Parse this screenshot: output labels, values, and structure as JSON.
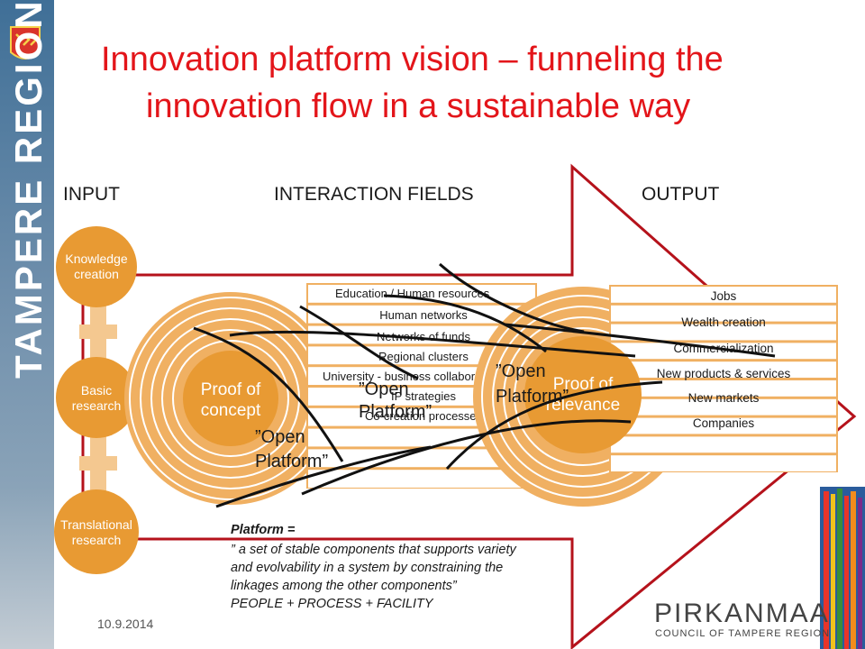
{
  "slide": {
    "title_line1": "Innovation platform vision – funneling the",
    "title_line2": "innovation flow in a sustainable way",
    "date": "10.9.2014"
  },
  "sidebar": {
    "brand_text": "TAMPERE REGION",
    "logo_icon": "coat-of-arms-icon"
  },
  "headers": {
    "input": "INPUT",
    "interaction": "INTERACTION FIELDS",
    "output": "OUTPUT"
  },
  "input_circles": {
    "knowledge": [
      "Knowledge",
      "creation"
    ],
    "basic": [
      "Basic",
      "research"
    ],
    "translational": [
      "Translational",
      "research"
    ]
  },
  "proof_concept": [
    "Proof of",
    "concept"
  ],
  "proof_relevance": [
    "Proof of",
    "relevance"
  ],
  "interaction_fields": [
    "Education / Human resources",
    "Human networks",
    "Networks of funds",
    "Regional clusters",
    "University - business collaboration",
    "IP strategies",
    "Co-creation processes"
  ],
  "output_fields": [
    "Jobs",
    "Wealth creation",
    "Commercialization",
    "New products  & services",
    "New markets",
    "Companies"
  ],
  "open_platform_labels": {
    "a": [
      "”Open",
      "Platform”"
    ],
    "b": [
      "”Open",
      "Platform”"
    ],
    "c": [
      "”Open",
      "Platform”"
    ]
  },
  "definition": {
    "title": "Platform =",
    "lines": [
      "” a set of stable components that  supports variety",
      "and evolvability in a system by constraining the",
      "linkages among the other components”",
      "PEOPLE + PROCESS + FACILITY"
    ]
  },
  "footer_logo": {
    "main": "PIRKANMAA",
    "sub": "COUNCIL OF TAMPERE REGION"
  },
  "colors": {
    "title_red": "#e3151a",
    "arrow_red": "#b5121b",
    "orange": "#e89a33",
    "light_orange": "#f4c890"
  }
}
